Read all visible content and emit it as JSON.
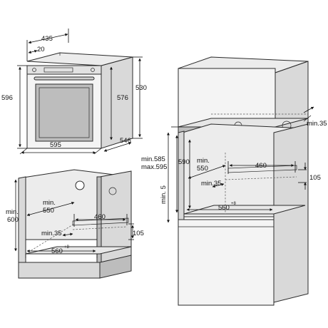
{
  "oven": {
    "width_top": "435",
    "front_offset": "20",
    "height_total": "596",
    "height_inner": "576",
    "height_side": "530",
    "width_bottom": "595",
    "depth": "546"
  },
  "cabinet": {
    "height_min_label": "min.",
    "height_min_value": "600",
    "depth_min_label": "min.",
    "depth_min_value": "550",
    "rail_width": "460",
    "rail_height": "105",
    "clearance_min": "min.35",
    "width": "560",
    "width_tolerance": "+8"
  },
  "housing": {
    "height_min": "min.585",
    "height_max": "max.595",
    "inner_height": "590",
    "depth_min_label": "min.",
    "depth_min_value": "550",
    "rail_width": "460",
    "rail_height": "105",
    "clearance_min": "min.35",
    "top_gap_min": "min. 5",
    "width": "560",
    "width_tolerance": "+8",
    "top_clearance": "min.35"
  }
}
